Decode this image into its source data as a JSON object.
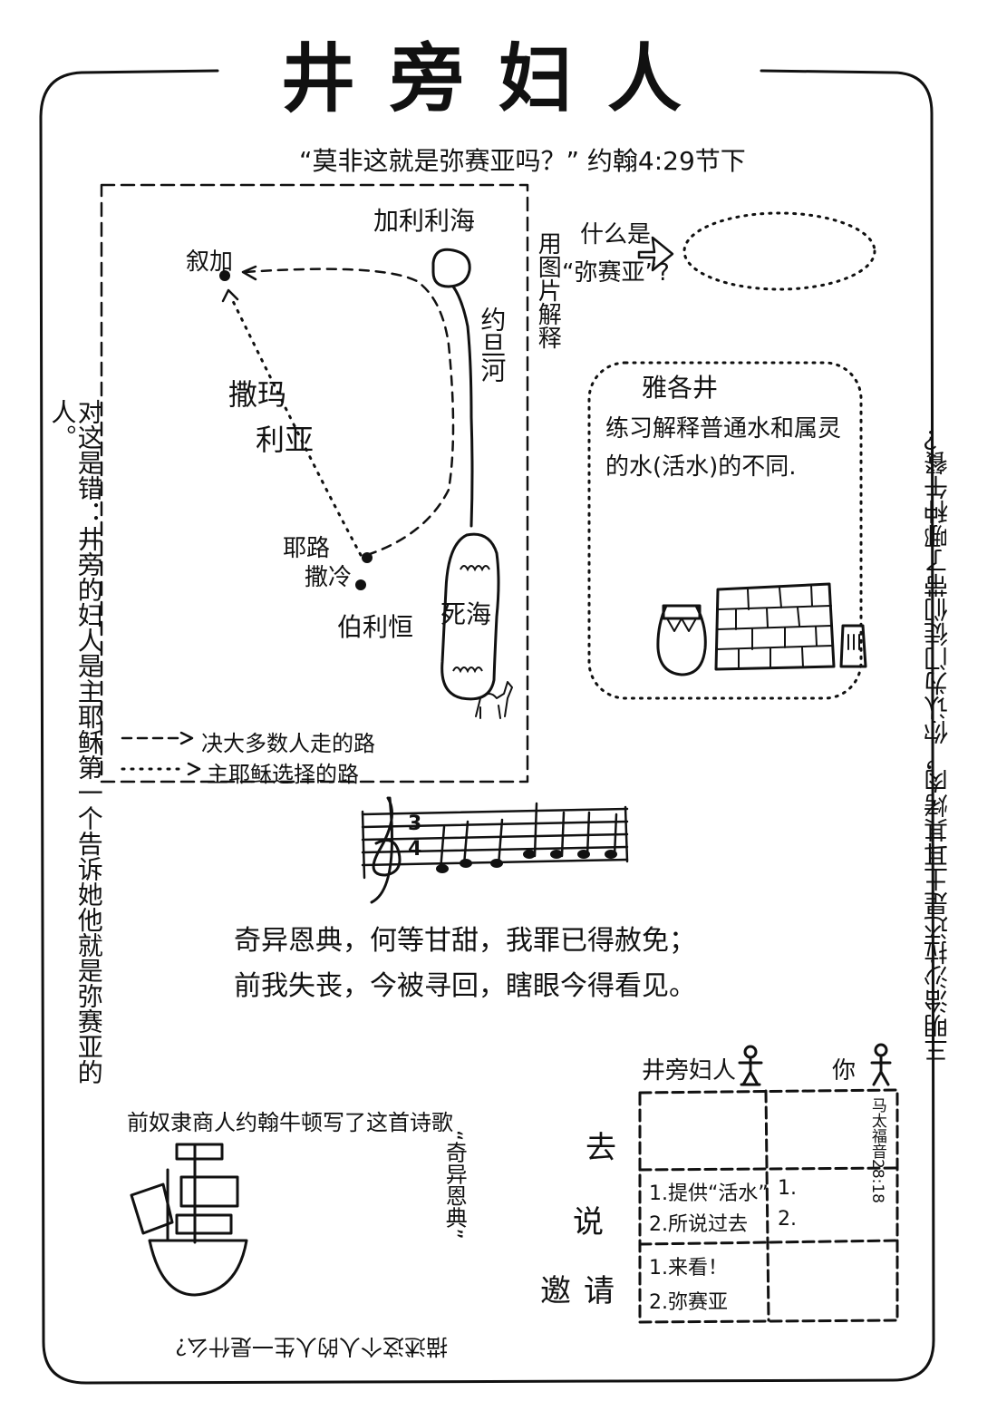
{
  "title": "井旁妇人",
  "subtitle": "“莫非这就是弥赛亚吗？” 约翰4:29节下",
  "left_side": "对这是错：井旁的妇人是主耶稣第一个告诉她他就是弥赛亚的人。",
  "right_side": "三明治沙拉还是土耳其烤肉，你认为门徒们带了哪种午餐？",
  "map": {
    "galilee_sea": "加利利海",
    "jordan_river": "约旦河",
    "sychar": "叙加",
    "samaria_1": "撒玛",
    "samaria_2": "利亚",
    "jerusalem_1": "耶路",
    "jerusalem_2": "撒冷",
    "bethlehem": "伯利恒",
    "dead_sea": "死海",
    "legend_dashed": "决大多数人走的路",
    "legend_dotted": "主耶稣选择的路"
  },
  "side_vertical": "用图片解释",
  "messiah_question_1": "什么是",
  "messiah_question_2": "“弥赛亚”?",
  "well_box": {
    "title": "雅各井",
    "line1": "练习解释普通水和属灵",
    "line2": "的水(活水)的不同."
  },
  "hymn": {
    "time_top": "3",
    "time_bottom": "4",
    "line1": "奇异恩典，何等甘甜，我罪已得赦免；",
    "line2": "前我失丧，今被寻回，瞎眼今得看见。"
  },
  "ship_caption": "前奴隶商人约翰牛顿写了这首诗歌",
  "ship_song": "“奇异恩典”",
  "ship_bottom": "描述这个人的人生一是什么？",
  "verbs": [
    "去",
    "说",
    "邀请"
  ],
  "table": {
    "col1": "井旁妇人",
    "col2": "你",
    "side_ref": "马太福音28:18",
    "row2_left_1": "1.提供“活水”",
    "row2_left_2": "2.所说过去",
    "row2_right_1": "1.",
    "row2_right_2": "2.",
    "row3_left_1": "1.来看！",
    "row3_left_2": "2.弥赛亚"
  }
}
